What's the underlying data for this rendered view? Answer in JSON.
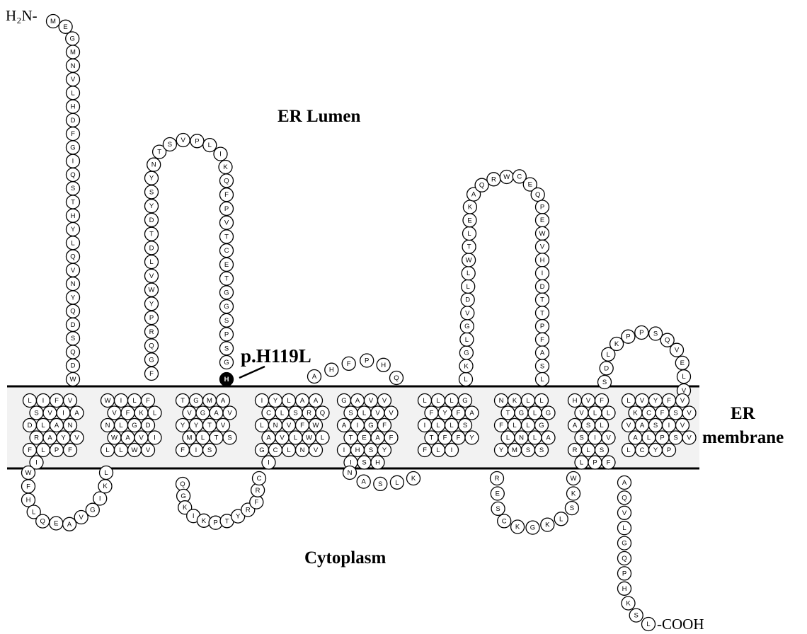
{
  "colors": {
    "membrane_fill": "#f2f2f2",
    "line": "#000000",
    "mutation_fill": "#000000"
  },
  "labels": {
    "er_lumen": "ER Lumen",
    "cytoplasm": "Cytoplasm",
    "er_membrane_1": "ER",
    "er_membrane_2": "membrane",
    "mutation": "p.H119L",
    "n_terminus": "H₂N-",
    "c_terminus": "-COOH"
  },
  "mutation_residue": "H",
  "segments": [
    {
      "id": "n-tail",
      "seq": "MEGMNVLHDFGIQSTHYLQVNYQDSQDW"
    },
    {
      "id": "tm1",
      "seq": "LIFVSVIADLANRAYVFLPFI"
    },
    {
      "id": "c-loop1",
      "seq": "WFHLQEAVGIKL"
    },
    {
      "id": "tm2",
      "seq": "WILFVFKLNLGDWAVILLWV"
    },
    {
      "id": "e-loop1",
      "seq": "FGQRPYWVLDTDYSYNTSVPLIKQFPVTCETGGSPSG"
    },
    {
      "id": "tm3",
      "seq": "TGMAVGAVYYTVMLTSFIS"
    },
    {
      "id": "c-loop2",
      "seq": "QGKIKPTYRFRC"
    },
    {
      "id": "tm4",
      "seq": "IYLAACLSRQLNVFWAVLWLGCLNVI"
    },
    {
      "id": "e-loop2",
      "seq": "AHFPHQ"
    },
    {
      "id": "tm5",
      "seq": "GAVVSLVVAIGFTEAFIHSYISH"
    },
    {
      "id": "c-loop3",
      "seq": "NASLK"
    },
    {
      "id": "tm6",
      "seq": "LLLGFYFAILLSTFFYFLI"
    },
    {
      "id": "e-loop3",
      "seq": "LKGLGVDLLWTLEKAQRWCEQPEWVHIDTTPFASL"
    },
    {
      "id": "tm7",
      "seq": "NKLLTGLGFLLGLNLAYMSS"
    },
    {
      "id": "c-loop4",
      "seq": "RESCKGKLSKW"
    },
    {
      "id": "tm8",
      "seq": "HVFVLLASLSIVRLSLPF"
    },
    {
      "id": "e-loop4",
      "seq": "SDLKPPSQVELV"
    },
    {
      "id": "tm9",
      "seq": "LVYFVKCFSVVASIVALPSVLCYP"
    },
    {
      "id": "c-tail",
      "seq": "AQVLGQPHKSL"
    }
  ]
}
